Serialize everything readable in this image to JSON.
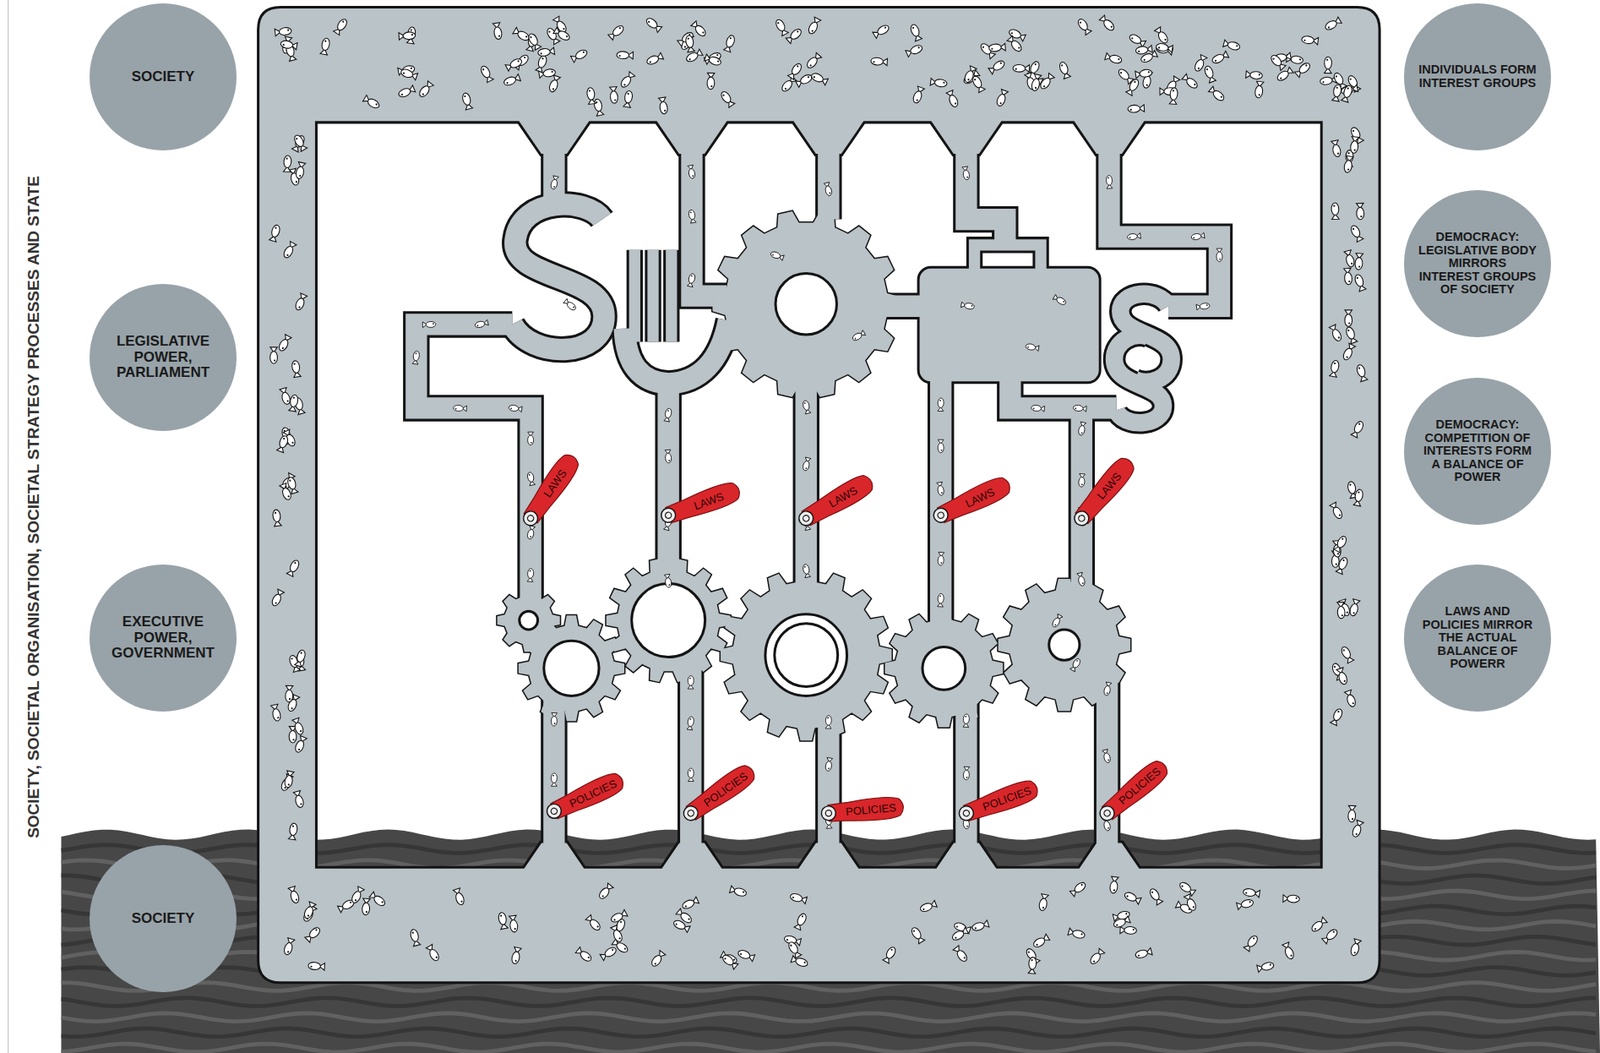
{
  "diagram": {
    "title": "SOCIETY, SOCIETAL ORGANISATION, SOCIETAL STRATEGY PROCESSES AND STATE",
    "nodes": [
      {
        "text": [
          "SOCIETY"
        ]
      },
      {
        "text": [
          "LEGISLATIVE POWER, PARLIAMENT"
        ]
      },
      {
        "text": [
          "EXECUTIVE POWER, GOVERNMENT"
        ]
      },
      {
        "text": [
          "SOCIETY"
        ]
      },
      {
        "text": [
          "INDIVIDUALS FORM INTEREST GROUPS"
        ]
      },
      {
        "text": [
          "DEMOCRACY: LEGISLATIVE BODY MIRRORS INTEREST GROUPS OF SOCIETY"
        ]
      },
      {
        "text": [
          "DEMOCRACY: COMPETITION OF INTERESTS FORM A BALANCE OF POWER"
        ]
      },
      {
        "text": [
          "LAWS AND POLICIES MIRROR THE ACTUAL BALANCE OF POWERR"
        ]
      }
    ],
    "edges": [],
    "labels": [
      "LAWS",
      "LAWS",
      "LAWS",
      "LAWS",
      "LAWS",
      "POLICIES",
      "POLICIES",
      "POLICIES",
      "POLICIES",
      "POLICIES"
    ]
  }
}
